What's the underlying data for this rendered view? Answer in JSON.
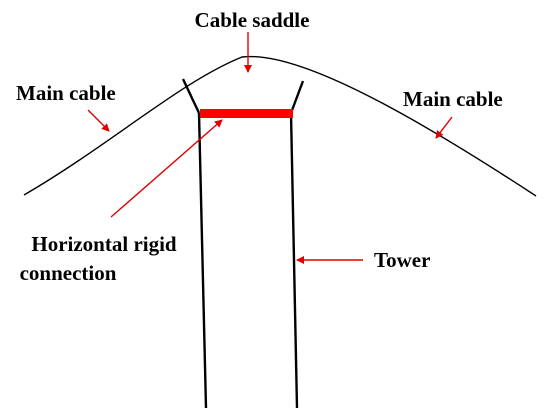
{
  "labels": {
    "cable_saddle": "Cable saddle",
    "main_cable_left": "Main cable",
    "main_cable_right": "Main cable",
    "horizontal_connection_line1": "Horizontal rigid",
    "horizontal_connection_line2": "connection",
    "tower": "Tower"
  },
  "colors": {
    "line": "#000000",
    "arrow": "#e00000",
    "rigid_connection": "#ff0000",
    "background": "#ffffff"
  }
}
